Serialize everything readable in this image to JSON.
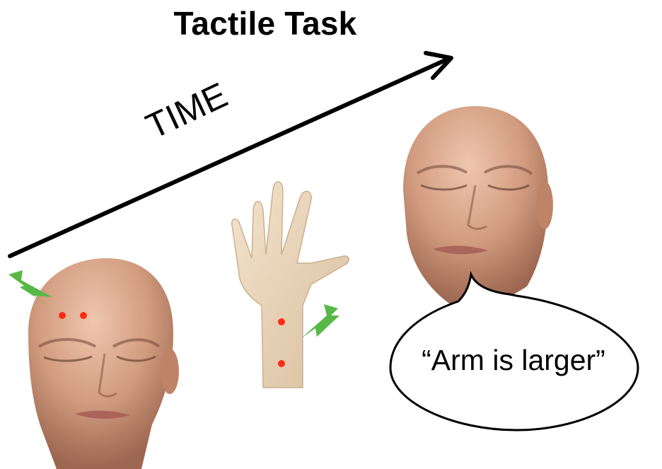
{
  "title": "Tactile Task",
  "time_label": "TIME",
  "speech_text": "“Arm is larger”",
  "colors": {
    "arrow": "#000000",
    "lightning": "#58b847",
    "stimulus_dot": "#ff2a12",
    "skin": "#d7a88d",
    "hand_skin": "#e8d3b6"
  },
  "icons": [
    "lightning-icon",
    "head-figure",
    "hand-figure",
    "speech-bubble"
  ]
}
